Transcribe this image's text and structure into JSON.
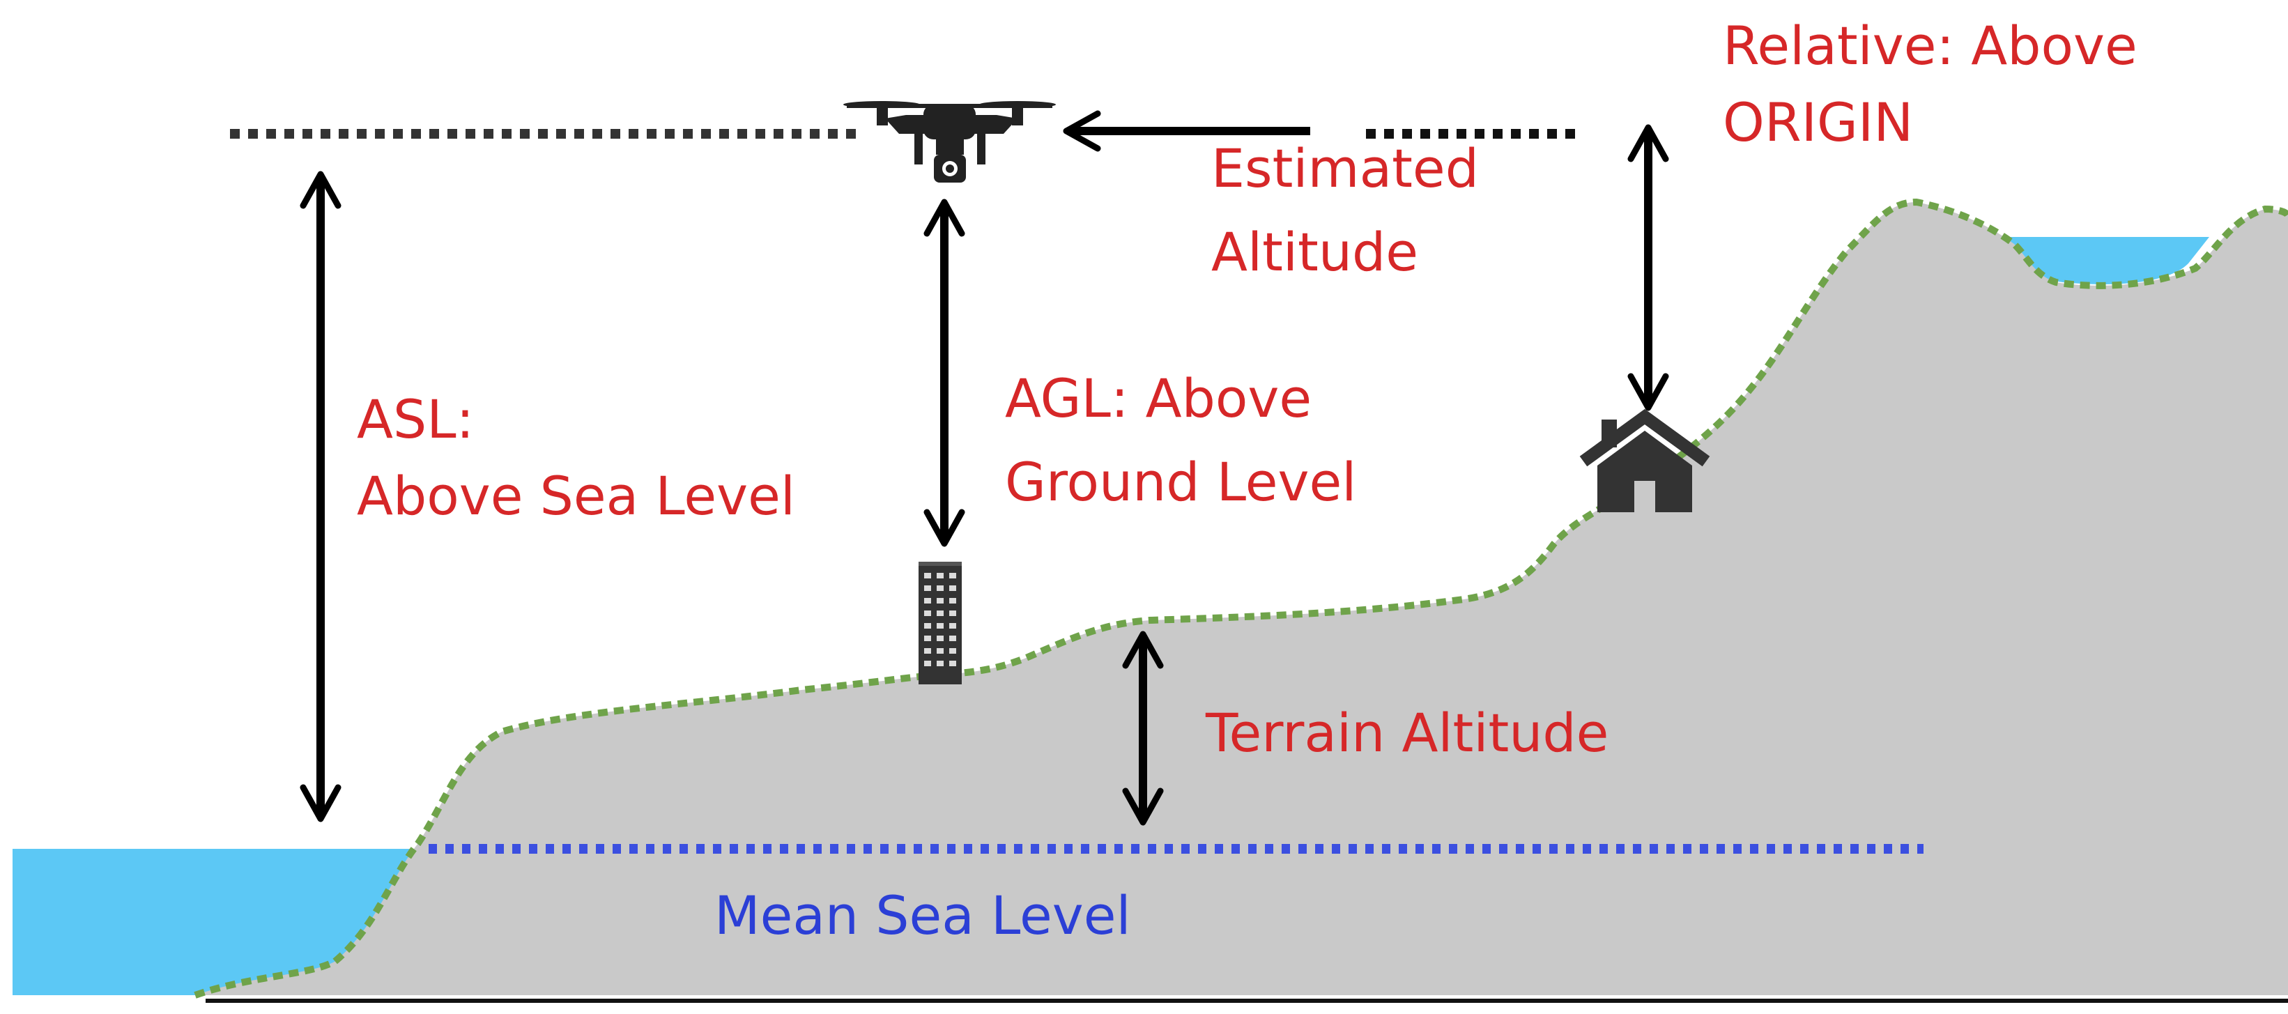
{
  "labels": {
    "relative_line1": "Relative: Above",
    "relative_line2": "ORIGIN",
    "estimated_line1": "Estimated",
    "estimated_line2": "Altitude",
    "asl_line1": "ASL:",
    "asl_line2": "Above Sea Level",
    "agl_line1": "AGL: Above",
    "agl_line2": "Ground Level",
    "terrain": "Terrain Altitude",
    "msl": "Mean Sea Level"
  },
  "colors": {
    "label_red": "#d62728",
    "label_blue": "#2b3fd6",
    "terrain_fill": "#c9c9c9",
    "terrain_outline": "#6fa34a",
    "water": "#5cc8f5",
    "arrow": "#000000",
    "sea_level_line": "#3b4fe0",
    "icon_dark": "#333333"
  },
  "icons": {
    "drone": "drone-icon",
    "house": "house-icon",
    "building": "building-icon"
  }
}
